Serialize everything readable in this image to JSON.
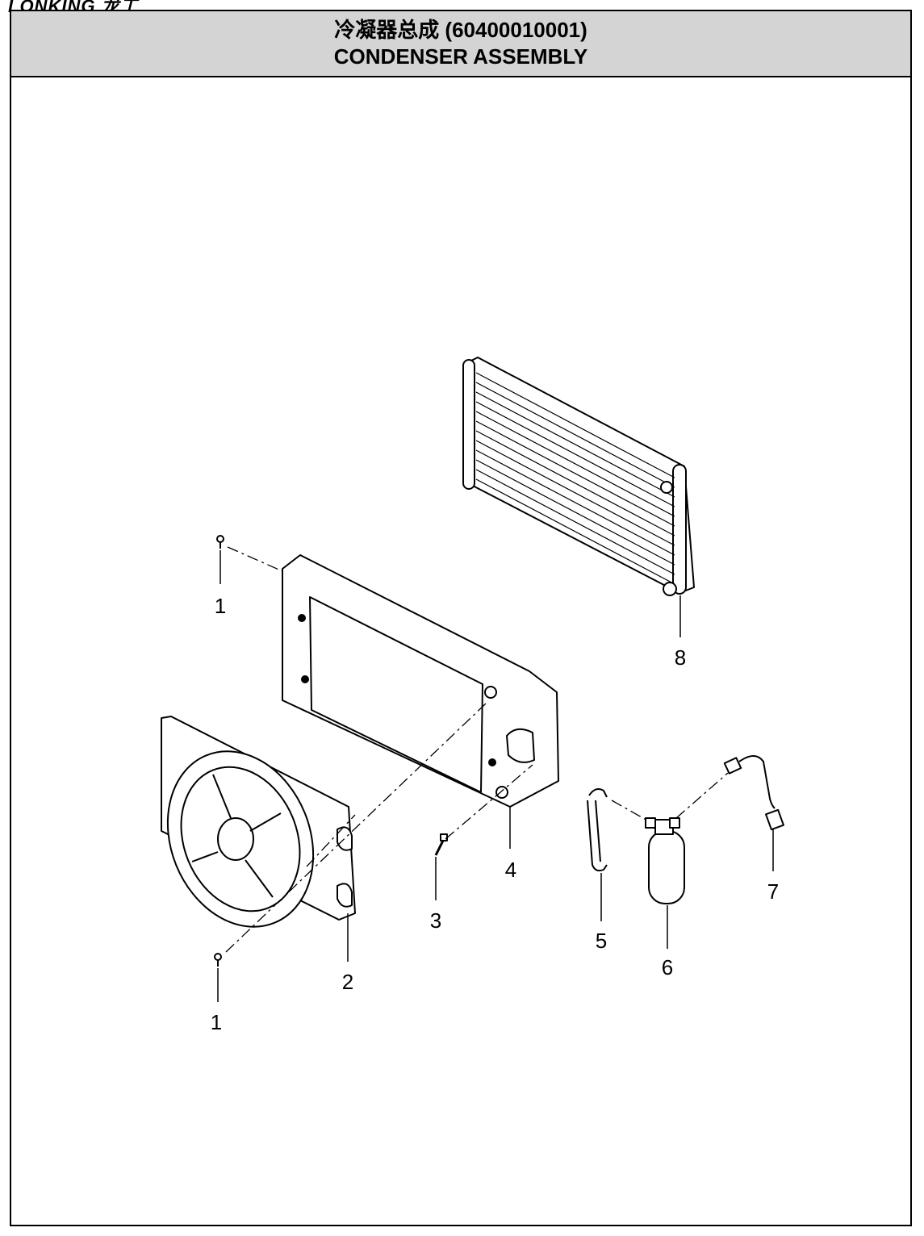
{
  "brand": {
    "logo_text": "LONKING 龙工"
  },
  "header": {
    "title_cn": "冷凝器总成 (60400010001)",
    "title_en": "CONDENSER ASSEMBLY"
  },
  "callouts": [
    "1",
    "1",
    "2",
    "3",
    "4",
    "5",
    "6",
    "7",
    "8"
  ]
}
